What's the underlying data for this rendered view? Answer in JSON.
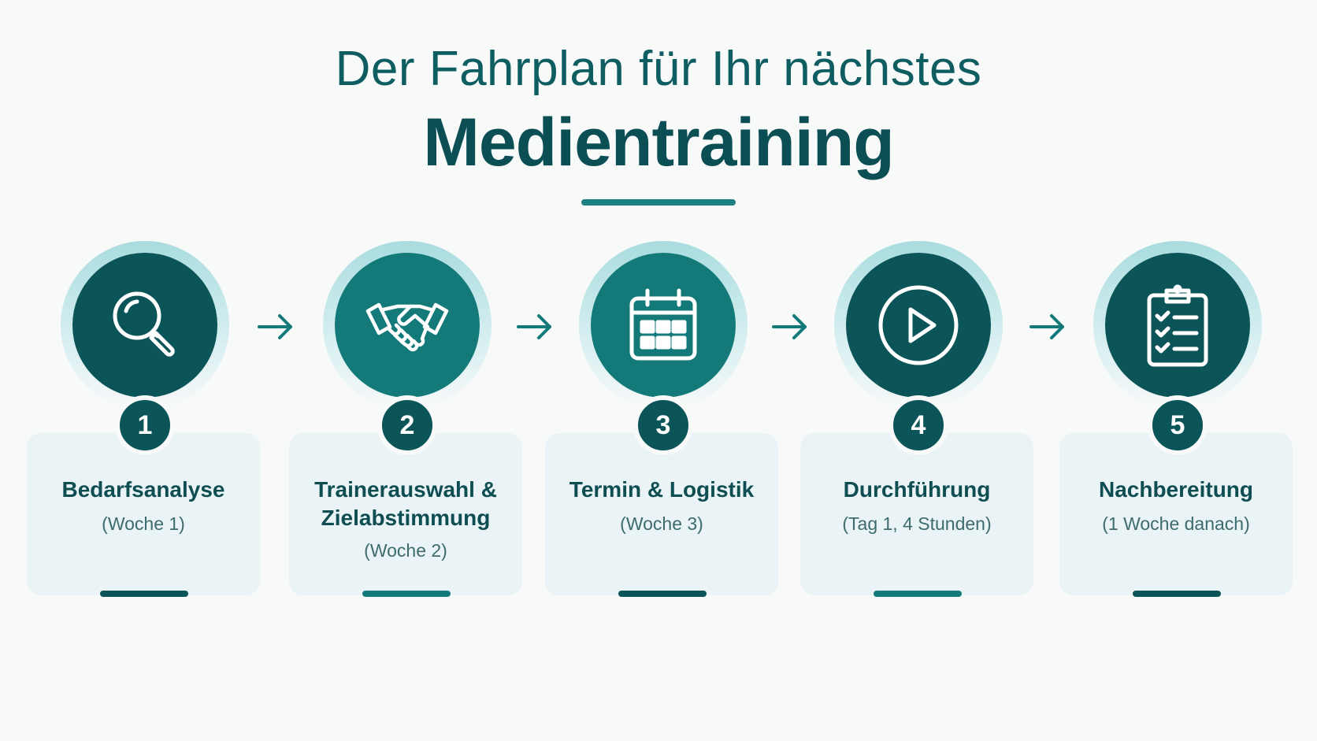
{
  "title": {
    "line1": "Der Fahrplan für Ihr nächstes",
    "line2": "Medientraining"
  },
  "colors": {
    "dark_teal": "#0b5457",
    "teal": "#137a79",
    "title": "#0e5d61",
    "card_bg": "#eaf3f5"
  },
  "steps": [
    {
      "number": "1",
      "title": "Bedarfsanalyse",
      "title2": "",
      "subtitle": "(Woche 1)",
      "icon": "magnifier-icon"
    },
    {
      "number": "2",
      "title": "Trainerauswahl &",
      "title2": "Zielabstimmung",
      "subtitle": "(Woche 2)",
      "icon": "handshake-icon"
    },
    {
      "number": "3",
      "title": "Termin & Logistik",
      "title2": "",
      "subtitle": "(Woche 3)",
      "icon": "calendar-icon"
    },
    {
      "number": "4",
      "title": "Durchführung",
      "title2": "",
      "subtitle": "(Tag 1, 4 Stunden)",
      "icon": "play-icon"
    },
    {
      "number": "5",
      "title": "Nachbereitung",
      "title2": "",
      "subtitle": "(1 Woche danach)",
      "icon": "checklist-icon"
    }
  ]
}
